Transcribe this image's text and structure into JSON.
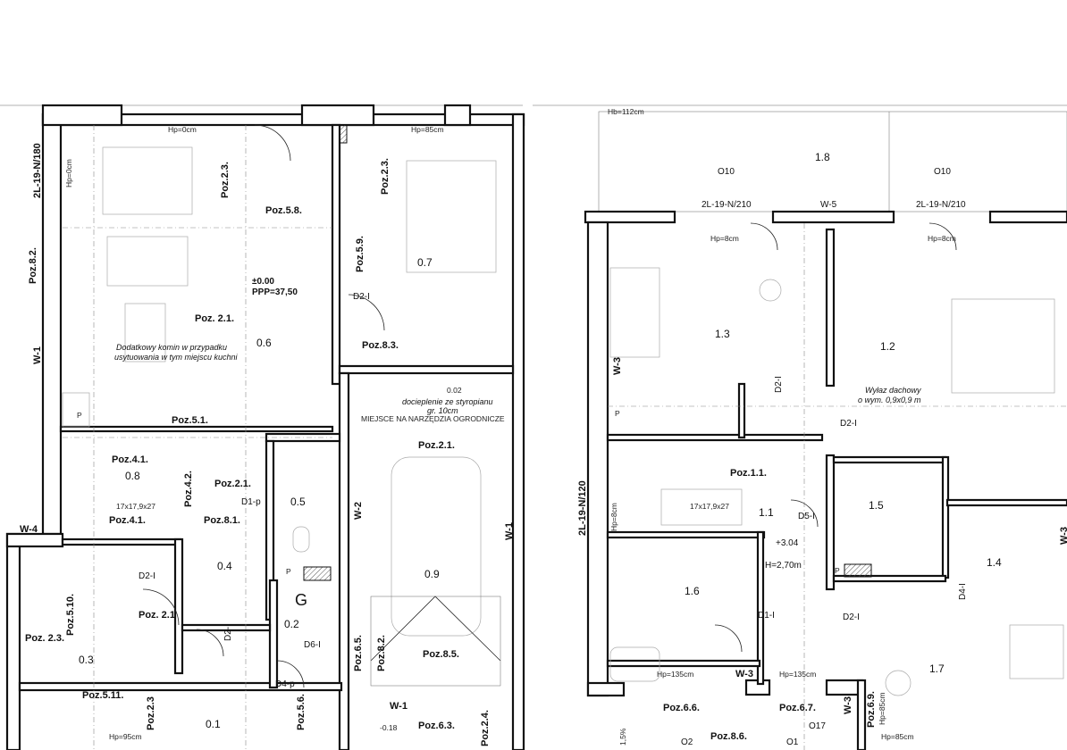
{
  "left_plan": {
    "elevation": "±0.00",
    "ppp": "PPP=37,50",
    "note_chimney": [
      "Dodatkowy komin w przypadku",
      "usytuowania w tym miejscu kuchni"
    ],
    "note_insulation": [
      "docieplenie ze styropianu",
      "gr. 10cm"
    ],
    "note_garden": "MIEJSCE NA NARZĘDZIA OGRODNICZE",
    "stair_label": "17x17,9x27",
    "marker_g": "G",
    "rooms": [
      "0.6",
      "0.7",
      "0.8",
      "0.5",
      "0.4",
      "0.3",
      "0.2",
      "0.9",
      "0.1"
    ],
    "poz": [
      "Poz.5.8.",
      "Poz.2.3.",
      "Poz.2.3.",
      "Poz.5.9.",
      "Poz. 2.1.",
      "Poz.8.3.",
      "Poz.5.1.",
      "Poz.8.2.",
      "Poz.2.1.",
      "Poz.4.1.",
      "Poz.4.2.",
      "Poz.2.1.",
      "Poz.8.1.",
      "Poz.4.1.",
      "Poz. 2.1",
      "Poz.5.10.",
      "Poz. 2.3.",
      "Poz.5.11.",
      "Poz.2.3",
      "Poz.5.6.",
      "Poz.6.5.",
      "Poz.8.2.",
      "Poz.8.5.",
      "Poz.6.3.",
      "Poz.2.4."
    ],
    "walls": [
      "W-1",
      "W-1",
      "W-2",
      "W-4",
      "W-1"
    ],
    "windows": [
      "2L-19-N/180"
    ],
    "doors": [
      "D2-I",
      "D1-p",
      "D2-I",
      "D2-I",
      "D6-I",
      "D4-p"
    ],
    "heights": [
      "Hp=0cm",
      "Hp=85cm",
      "Hp=0cm",
      "Hp=95cm"
    ],
    "misc": [
      "P",
      "P",
      "0.02",
      "-0.18"
    ]
  },
  "right_plan": {
    "top_height": "Hb=112cm",
    "windows": [
      "2L-19-N/210",
      "2L-19-N/210",
      "2L-19-N/120"
    ],
    "wall_labels": [
      "W-5",
      "W-3",
      "W-3",
      "W-3",
      "W-3"
    ],
    "roof_labels": [
      "O10",
      "O10",
      "O17",
      "O2",
      "O1"
    ],
    "rooms": [
      "1.8",
      "1.3",
      "1.2",
      "1.5",
      "1.1",
      "1.4",
      "1.6",
      "1.7"
    ],
    "poz": [
      "Poz.1.1.",
      "Poz.6.6.",
      "Poz.6.7.",
      "Poz.8.6.",
      "Poz.6.9."
    ],
    "note_skylight": [
      "Wyłaz dachowy",
      "o wym. 0,9x0,9 m"
    ],
    "elevation": "+3.04",
    "room_height": "H=2,70m",
    "stair_label": "17x17,9x27",
    "doors": [
      "D2-I",
      "D2-I",
      "D5-I",
      "D1-I",
      "D2-I",
      "D4-I"
    ],
    "heights": [
      "Hp=8cm",
      "Hp=8cm",
      "Hp=8cm",
      "Hp=135cm",
      "Hp=135cm",
      "Hp=85cm",
      "Hp=85cm"
    ],
    "slope": "1,5%",
    "misc": [
      "P",
      "P"
    ]
  }
}
